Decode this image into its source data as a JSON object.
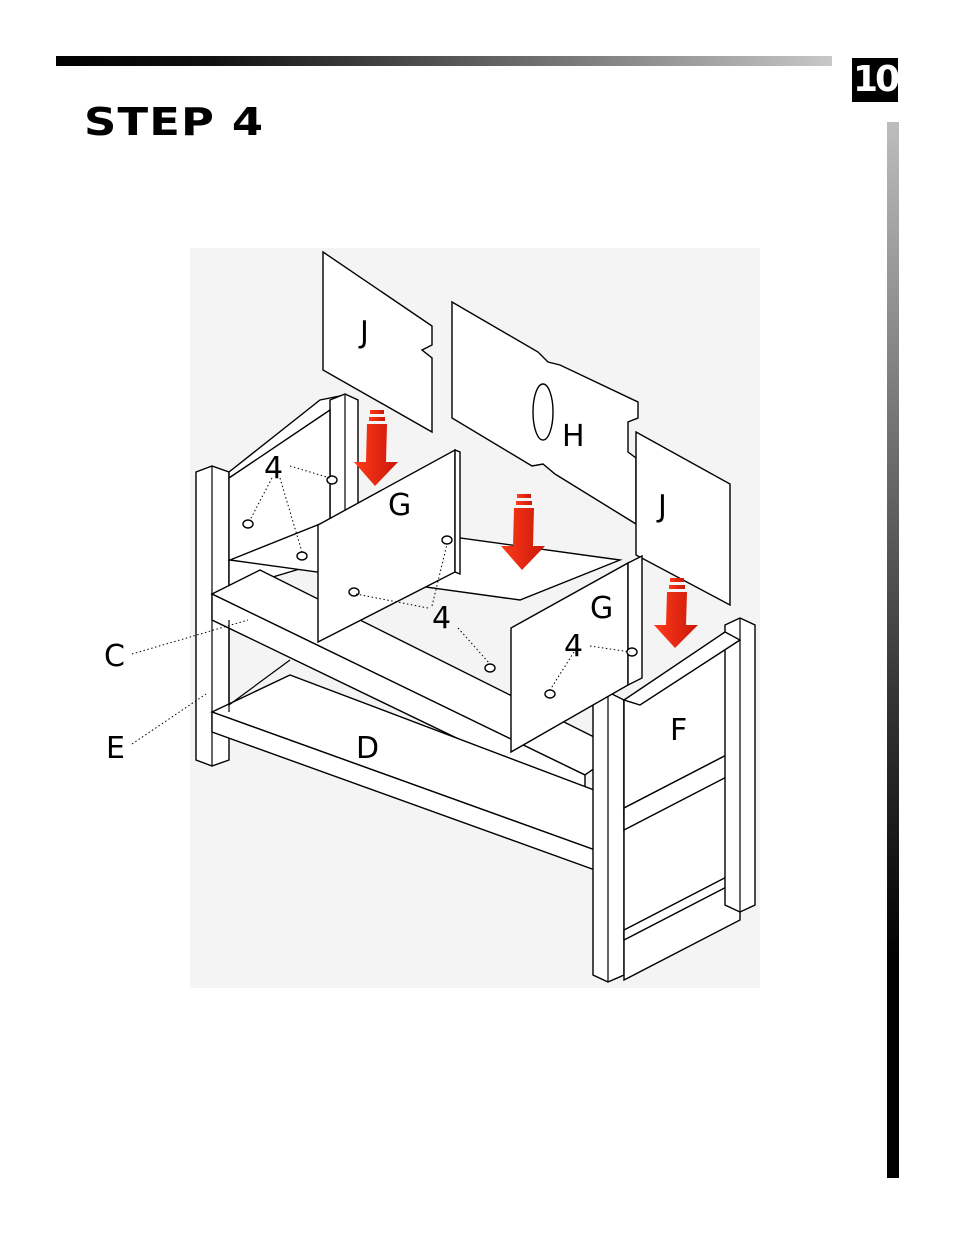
{
  "page": {
    "number": "10",
    "step_title": "STEP 4"
  },
  "labels": {
    "J1": "J",
    "H": "H",
    "J2": "J",
    "num4a": "4",
    "num4b": "4",
    "num4c": "4",
    "G1": "G",
    "G2": "G",
    "C": "C",
    "E": "E",
    "D": "D",
    "F": "F"
  },
  "colors": {
    "arrow": "#e8230f",
    "accent": "#000000"
  }
}
